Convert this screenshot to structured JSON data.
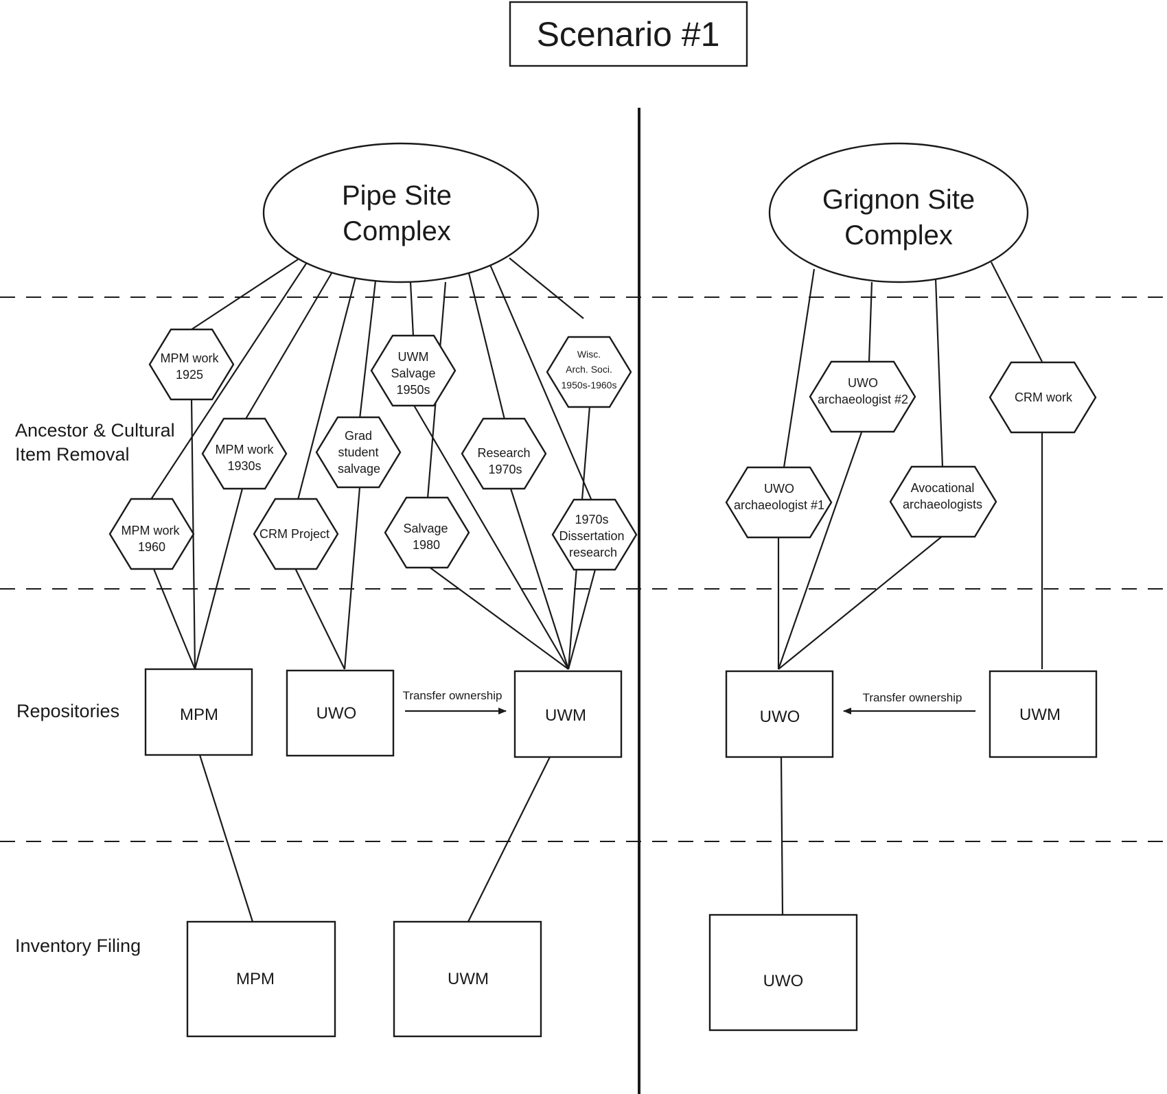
{
  "title": "Scenario #1",
  "row_labels": {
    "removal": [
      "Ancestor & Cultural",
      "Item Removal"
    ],
    "repositories": "Repositories",
    "inventory": "Inventory Filing"
  },
  "pipe": {
    "site": [
      "Pipe Site",
      "Complex"
    ],
    "activities": {
      "mpm1925": [
        "MPM work",
        "1925"
      ],
      "mpm1930": [
        "MPM work",
        "1930s"
      ],
      "mpm1960": [
        "MPM work",
        "1960"
      ],
      "crm": [
        "CRM Project"
      ],
      "grad": [
        "Grad",
        "student",
        "salvage"
      ],
      "uwm1950": [
        "UWM",
        "Salvage",
        "1950s"
      ],
      "salv1980": [
        "Salvage",
        "1980"
      ],
      "research": [
        "Research",
        "1970s"
      ],
      "wisc": [
        "Wisc.",
        "Arch. Soci.",
        "1950s-1960s"
      ],
      "diss": [
        "1970s",
        "Dissertation",
        "research"
      ]
    },
    "repos": {
      "mpm": "MPM",
      "uwo": "UWO",
      "uwm": "UWM"
    },
    "transfer": "Transfer ownership",
    "inventory": {
      "mpm": "MPM",
      "uwm": "UWM"
    }
  },
  "grignon": {
    "site": [
      "Grignon Site",
      "Complex"
    ],
    "activities": {
      "uwo1": [
        "UWO",
        "archaeologist #1"
      ],
      "uwo2": [
        "UWO",
        "archaeologist #2"
      ],
      "avoc": [
        "Avocational",
        "archaeologists"
      ],
      "crm": [
        "CRM work"
      ]
    },
    "repos": {
      "uwo": "UWO",
      "uwm": "UWM"
    },
    "transfer": "Transfer ownership",
    "inventory": {
      "uwo": "UWO"
    }
  }
}
